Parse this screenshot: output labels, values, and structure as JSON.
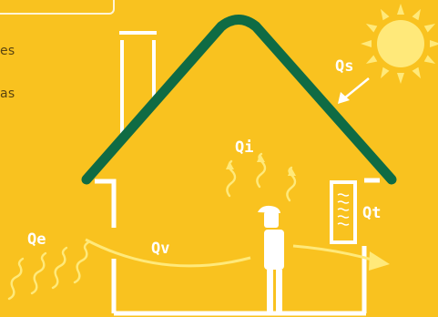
{
  "side_text": {
    "line1": "es",
    "line2": "as"
  },
  "labels": {
    "qs": "Qs",
    "qi": "Qi",
    "qt": "Qt",
    "qe": "Qe",
    "qv": "Qv"
  },
  "colors": {
    "background": "#f9c21f",
    "roof": "#0f6b44",
    "lines": "#ffffff",
    "sun": "#ffe97a"
  }
}
